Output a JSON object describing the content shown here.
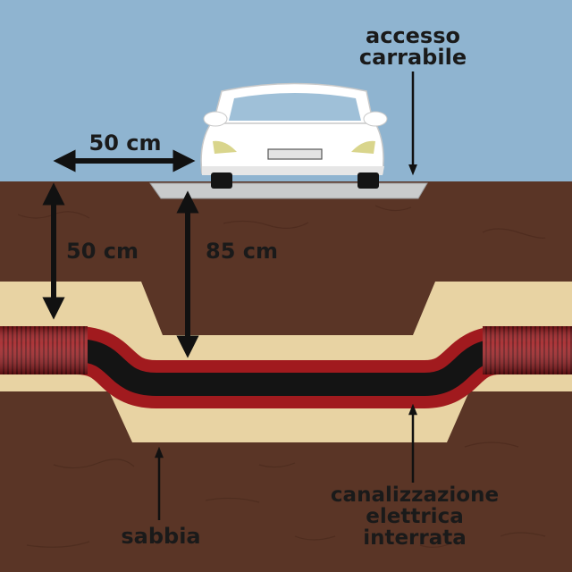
{
  "labels": {
    "access_line1": "accesso",
    "access_line2": "carrabile",
    "width_dim": "50 cm",
    "depth_dim_left": "50 cm",
    "depth_dim_center": "85 cm",
    "sand": "sabbia",
    "conduit_line1": "canalizzazione",
    "conduit_line2": "elettrica",
    "conduit_line3": "interrata"
  },
  "colors": {
    "sky": "#8fb4d0",
    "soil": "#5a3526",
    "sand": "#e8d3a3",
    "conduit_red": "#a11a1e",
    "conduit_black": "#141414",
    "car_body": "#ffffff",
    "arrow": "#111111"
  },
  "icons": {
    "car": "car-icon",
    "conduit": "conduit-icon"
  }
}
